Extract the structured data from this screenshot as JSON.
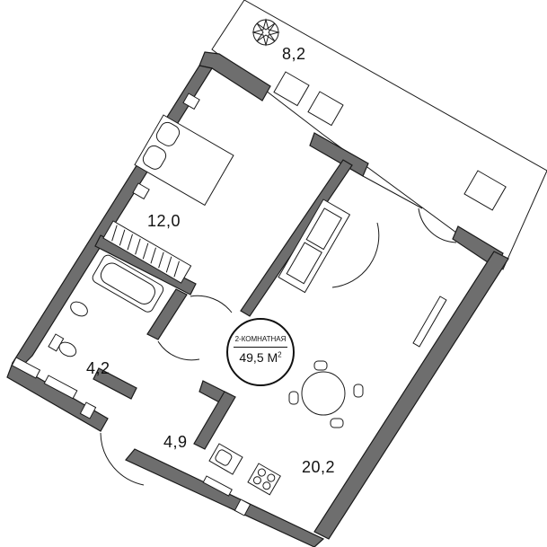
{
  "plan": {
    "apartment_type": "2-КОМНАТНАЯ",
    "total_area": "49,5 М",
    "total_area_unit_sup": "2"
  },
  "rooms": {
    "balcony": "8,2",
    "bedroom": "12,0",
    "bathroom": "4,2",
    "hallway": "4,9",
    "living_kitchen": "20,2"
  },
  "icons": {
    "compass": "compass-rose-icon"
  }
}
